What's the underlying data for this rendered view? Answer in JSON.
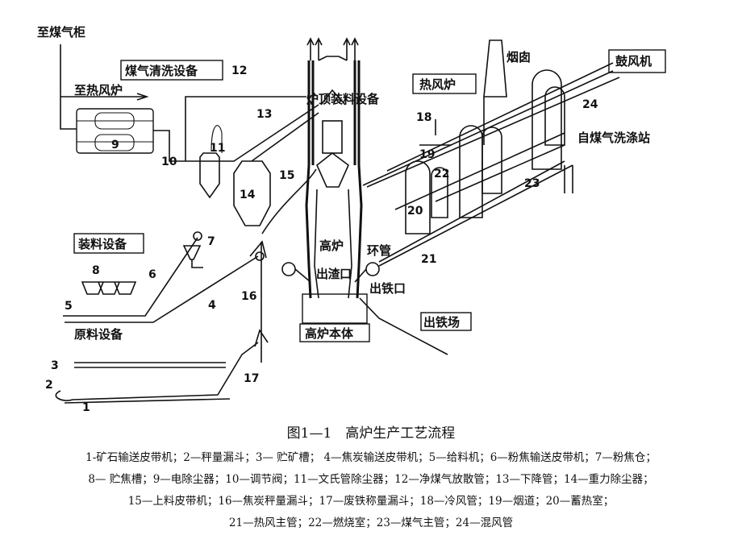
{
  "labels": {
    "to_gas_holder": "至煤气柜",
    "gas_cleaning": "煤气清洗设备",
    "to_hot_stove": "至热风炉",
    "top_charging": "炉顶装料设备",
    "chimney": "烟囱",
    "hot_stove": "热风炉",
    "blower": "鼓风机",
    "from_gas_washing": "自煤气洗涤站",
    "charging_equipment": "装料设备",
    "raw_material_equipment": "原料设备",
    "blast_furnace": "高炉",
    "slag_outlet": "出渣口",
    "bustle_pipe": "环管",
    "iron_outlet": "出铁口",
    "cast_house": "出铁场",
    "furnace_body": "高炉本体"
  },
  "numbers": [
    "1",
    "2",
    "3",
    "4",
    "5",
    "6",
    "7",
    "8",
    "9",
    "10",
    "11",
    "12",
    "13",
    "14",
    "15",
    "16",
    "17",
    "18",
    "19",
    "20",
    "21",
    "22",
    "23",
    "24"
  ],
  "caption": "图1—1　高炉生产工艺流程",
  "legend_lines": [
    "1-矿石输送皮带机；2—秤量漏斗；3— 贮矿槽； 4—焦炭输送皮带机；5—给料机；6—粉焦输送皮带机；7—粉焦仓；",
    "8— 贮焦槽；9—电除尘器；10—调节阀；11—文氏管除尘器；12—净煤气放散管；13—下降管；14—重力除尘器；",
    "15—上料皮带机；16—焦炭秤量漏斗；17—废铁称量漏斗；18—冷风管；19—烟道；20—蓄热室；",
    "21—热风主管；22—燃烧室；23—煤气主管；24—混风管"
  ]
}
